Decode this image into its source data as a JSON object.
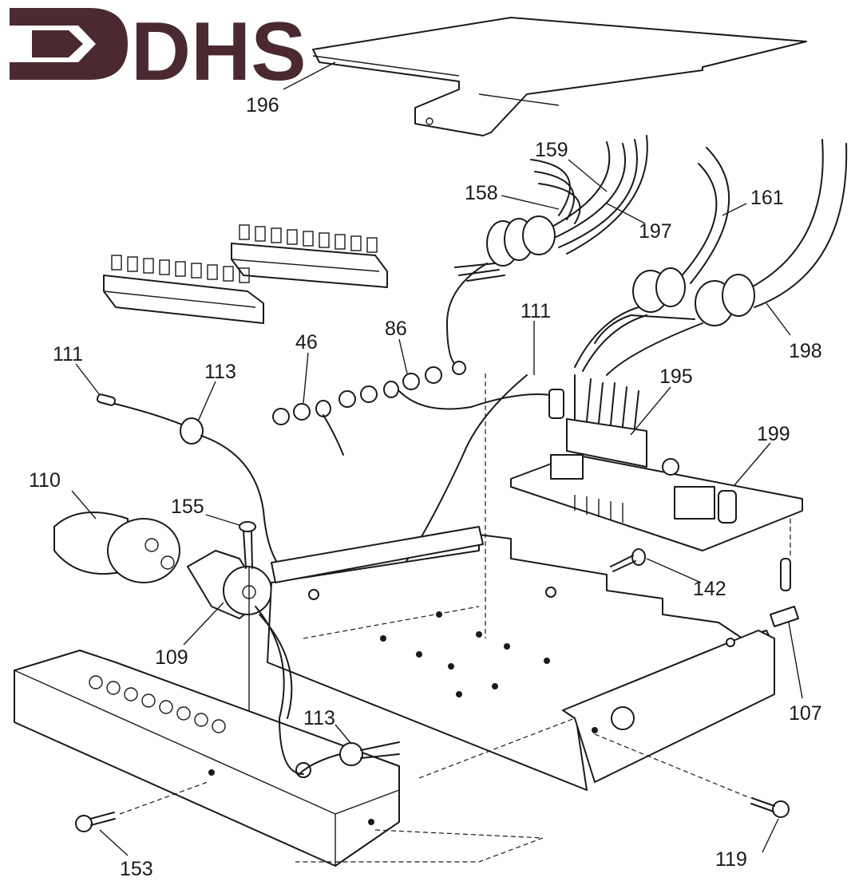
{
  "logo": {
    "text": "DHS",
    "color": "#4a2a30"
  },
  "callouts": {
    "c196": "196",
    "c159": "159",
    "c158": "158",
    "c197": "197",
    "c161": "161",
    "c198": "198",
    "c111a": "111",
    "c111b": "111",
    "c86": "86",
    "c46": "46",
    "c113a": "113",
    "c195": "195",
    "c199": "199",
    "c110": "110",
    "c155": "155",
    "c142": "142",
    "c109": "109",
    "c107": "107",
    "c113b": "113",
    "c153": "153",
    "c119": "119"
  },
  "colors": {
    "ink": "#1a1a1a",
    "paper": "#ffffff",
    "brand": "#4a2a30"
  }
}
